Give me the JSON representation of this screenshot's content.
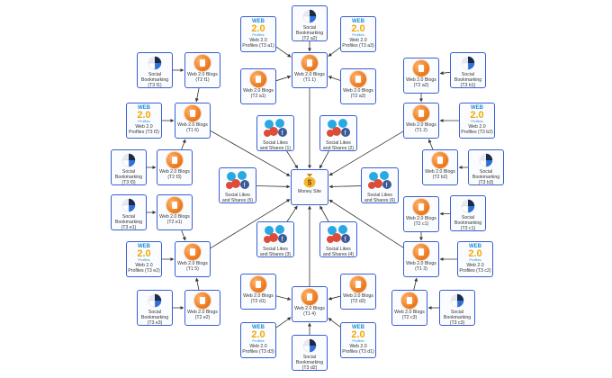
{
  "center": {
    "label": "Money Site"
  },
  "socials": [
    {
      "label": "Social Likes\nand Shares (1)"
    },
    {
      "label": "Social Likes\nand Shares (2)"
    },
    {
      "label": "Social Likes\nand Shares (3)"
    },
    {
      "label": "Social Likes\nand Shares (4)"
    },
    {
      "label": "Social Likes\nand Shares (5)"
    },
    {
      "label": "Social Likes\nand Shares (6)"
    }
  ],
  "clusters": [
    {
      "name": "top",
      "t1": "Web 2.0 Blogs\n(T1 1)",
      "b1": "Web 2.0 Blogs\n(T2 a1)",
      "b2": "Web 2.0 Blogs\n(T2 a2)",
      "sb": "Social\nBookmarking\n(T2 a2)",
      "p1": "Web 2.0\nProfiles (T3 a1)",
      "p2": "Web 2.0\nProfiles (T3 a3)"
    },
    {
      "name": "topright",
      "t1": "Web 2.0 Blogs\n(T1 2)",
      "b1": "Web 2.0 Blogs\n(T2 a2)",
      "b2": "Web 2.0 Blogs\n(T2 b2)",
      "sb": "Social\nBookmarking\n(T3 b1)",
      "sb2": "Social\nBookmarking\n(T3 b3)",
      "p1": "Web 2.0\nProfiles (T3 b2)"
    },
    {
      "name": "right",
      "t1": "Web 2.0 Blogs\n(T1 3)",
      "b1": "Web 2.0 Blogs\n(T2 c1)",
      "b2": "Web 2.0 Blogs\n(T2 c3)",
      "sb": "Social\nBookmarking\n(T3 c1)",
      "sb2": "Social\nBookmarking\n(T3 c3)",
      "p1": "Web 2.0\nProfiles (T3 c2)"
    },
    {
      "name": "bottom",
      "t1": "Web 2.0 Blogs\n(T1 4)",
      "b1": "Web 2.0 Blogs\n(T2 d1)",
      "b2": "Web 2.0 Blogs\n(T2 d2)",
      "sb": "Social\nBookmarking\n(T3 d2)",
      "p1": "Web 2.0\nProfiles (T3 d3)",
      "p2": "Web 2.0\nProfiles (T3 d1)"
    },
    {
      "name": "bottomleft",
      "t1": "Web 2.0 Blogs\n(T1 5)",
      "b1": "Web 2.0 Blogs\n(T2 e1)",
      "b2": "Web 2.0 Blogs\n(T2 e2)",
      "sb": "Social\nBookmarking\n(T3 e1)",
      "sb2": "Social\nBookmarking\n(T3 e3)",
      "p1": "Web 2.0\nProfiles (T3 e2)"
    },
    {
      "name": "topleft",
      "t1": "Web 2.0 Blogs\n(T1 6)",
      "b1": "Web 2.0 Blogs\n(T2 f1)",
      "b2": "Web 2.0 Blogs\n(T2 f3)",
      "sb": "Social\nBookmarking\n(T3 f1)",
      "sb2": "Social\nBookmarking\n(T3 f3)",
      "p1": "Web 2.0\nProfiles (T3 f2)"
    }
  ],
  "icons": {
    "web_word": "WEB",
    "web_version": "2.0",
    "web_sub": "Profiles"
  },
  "colors": {
    "border": "#3a5fd0",
    "edge": "#333333",
    "blog": "#e8741a",
    "web": "#f2a900"
  }
}
